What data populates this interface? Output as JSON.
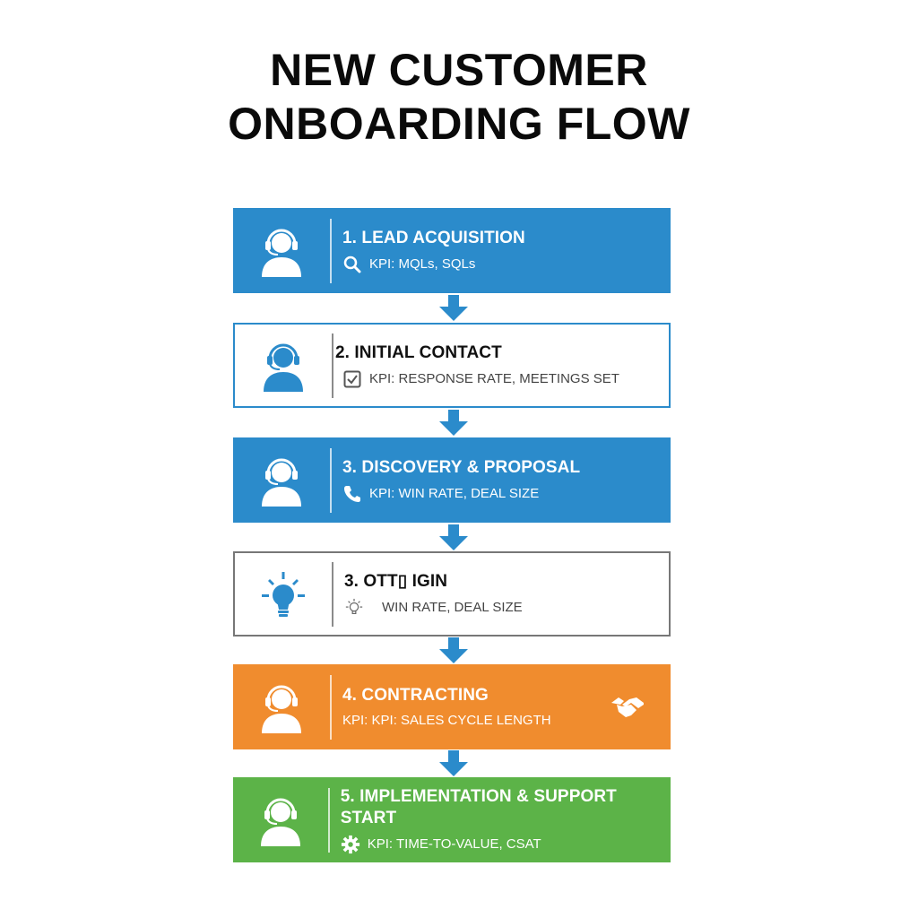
{
  "title": {
    "line1": "NEW CUSTOMER",
    "line2": "ONBOARDING FLOW"
  },
  "colors": {
    "blue": "#2b8bcb",
    "orange": "#f08c2e",
    "green": "#5cb348",
    "gray_border": "#777777",
    "title_text": "#0a0a0a"
  },
  "steps": [
    {
      "title": "1. LEAD ACQUISITION",
      "kpi": "KPI: MQLs, SQLs",
      "icon": "headset-person-icon",
      "kpi_icon": "search-icon",
      "style": "blue"
    },
    {
      "title": "2. INITIAL CONTACT",
      "kpi": "KPI: RESPONSE RATE, MEETINGS SET",
      "icon": "headset-person-icon",
      "kpi_icon": "checkbox-icon",
      "style": "outline-blue"
    },
    {
      "title": "3. DISCOVERY & PROPOSAL",
      "kpi": "KPI: WIN RATE, DEAL SIZE",
      "icon": "headset-person-icon",
      "kpi_icon": "phone-icon",
      "style": "blue"
    },
    {
      "title": "3. OTT▯ IGIN",
      "kpi": "WIN RATE, DEAL SIZE",
      "icon": "lightbulb-icon",
      "kpi_icon": "lightbulb-outline-icon",
      "style": "outline-gray"
    },
    {
      "title": "4. CONTRACTING",
      "kpi": "KPI: KPI: SALES CYCLE LENGTH",
      "icon": "headset-person-icon",
      "kpi_icon": "",
      "right_icon": "handshake-icon",
      "style": "orange"
    },
    {
      "title": "5. IMPLEMENTATION & SUPPORT START",
      "kpi": "KPI: TIME-TO-VALUE, CSAT",
      "icon": "headset-person-icon",
      "kpi_icon": "gear-icon",
      "style": "green"
    }
  ]
}
